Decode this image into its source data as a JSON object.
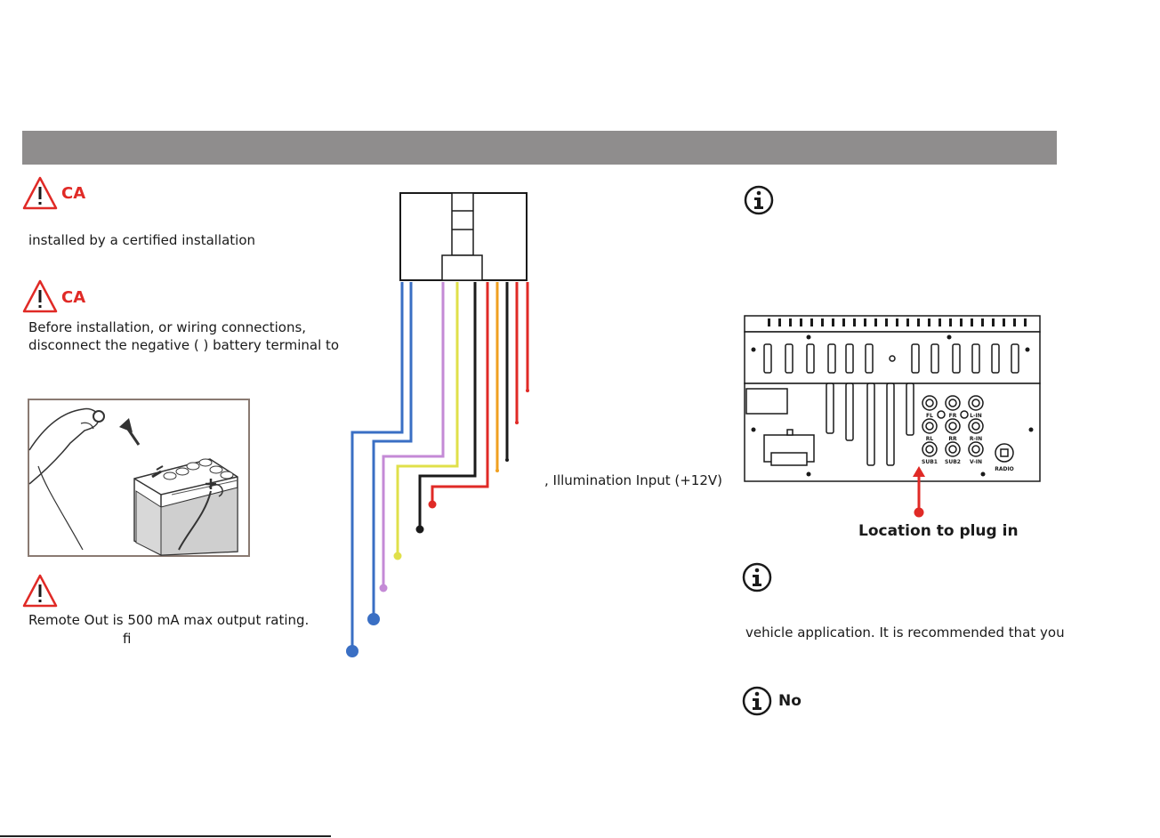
{
  "left_column": {
    "caution_1": {
      "heading": "CA",
      "text": "installed by a certified installation"
    },
    "caution_2": {
      "heading": "CA",
      "lines": [
        "Before installation, or wiring connections,",
        "disconnect the negative ( ) battery terminal to"
      ]
    },
    "caution_3": {
      "lines": [
        "Remote Out is 500 mA max output rating.",
        "fi"
      ]
    }
  },
  "middle_column": {
    "wire_label": ", Illumination Input (+12V)"
  },
  "right_column": {
    "diagram_caption": "Location to plug in",
    "unit_labels": {
      "fl": "FL",
      "fr": "FR",
      "lin": "L-IN",
      "rl": "RL",
      "rr": "RR",
      "rin": "R-IN",
      "sub1": "SUB1",
      "sub2": "SUB2",
      "vin": "V-IN",
      "radio": "RADIO"
    },
    "note_2_text": "vehicle application. It is recommended that you",
    "note_3_heading": "No"
  },
  "colors": {
    "header_bar": "#8f8d8d",
    "caution_red": "#e02a26",
    "wire_blue": "#3a6fc4",
    "wire_violet": "#c48ad6",
    "wire_yellow": "#e0e04a",
    "wire_black": "#1a1a1a",
    "wire_orange": "#f0a020",
    "wire_red": "#e02a26"
  }
}
